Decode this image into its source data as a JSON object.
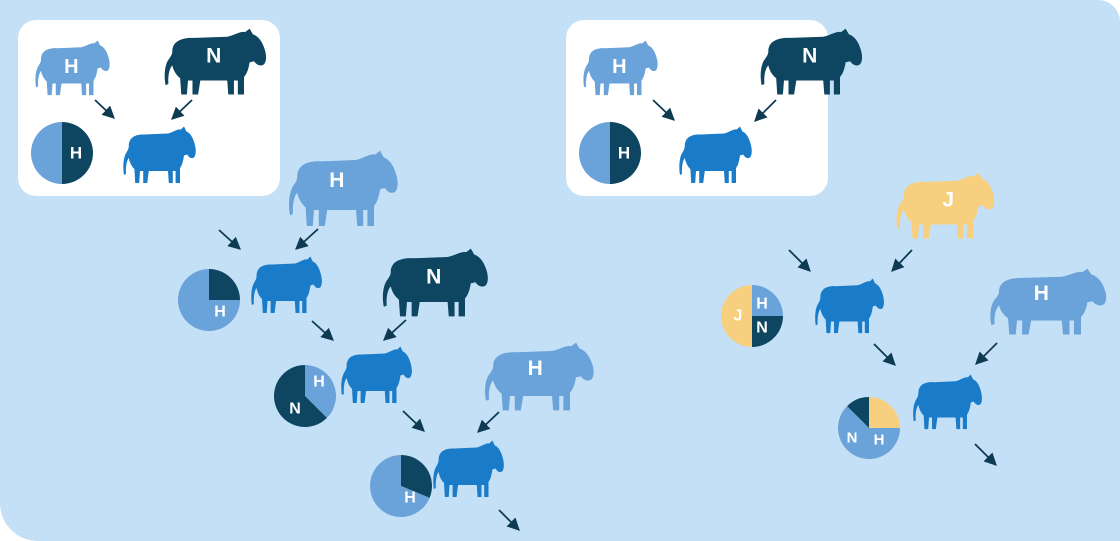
{
  "colors": {
    "background": "#c4e0f6",
    "card": "#ffffff",
    "light_blue": "#6aa2da",
    "dark_navy": "#0e4561",
    "medium_blue": "#1a7bc8",
    "cream_yellow": "#f8cf7f",
    "arrow": "#0e3a52"
  },
  "left_scheme": {
    "card": {
      "parent_1": {
        "label": "H",
        "color": "light_blue"
      },
      "parent_2": {
        "label": "N",
        "color": "dark_navy"
      },
      "offspring_color": "medium_blue",
      "pie": [
        {
          "label": "N",
          "share": 0.5
        },
        {
          "label": "H",
          "share": 0.5
        }
      ]
    },
    "generations": [
      {
        "sire": {
          "label": "H"
        },
        "pie": [
          {
            "label": "N",
            "share": 0.25
          },
          {
            "label": "H",
            "share": 0.75
          }
        ]
      },
      {
        "sire": {
          "label": "N"
        },
        "pie": [
          {
            "label": "H",
            "share": 0.375
          },
          {
            "label": "N",
            "share": 0.625
          }
        ]
      },
      {
        "sire": {
          "label": "H"
        },
        "pie": [
          {
            "label": "N",
            "share": 0.3125
          },
          {
            "label": "H",
            "share": 0.6875
          }
        ]
      }
    ]
  },
  "right_scheme": {
    "card": {
      "parent_1": {
        "label": "H",
        "color": "light_blue"
      },
      "parent_2": {
        "label": "N",
        "color": "dark_navy"
      },
      "offspring_color": "medium_blue",
      "pie": [
        {
          "label": "N",
          "share": 0.5
        },
        {
          "label": "H",
          "share": 0.5
        }
      ]
    },
    "generations": [
      {
        "sire": {
          "label": "J"
        },
        "pie": [
          {
            "label": "H",
            "share": 0.25
          },
          {
            "label": "N",
            "share": 0.25
          },
          {
            "label": "J",
            "share": 0.5
          }
        ]
      },
      {
        "sire": {
          "label": "H"
        },
        "pie": [
          {
            "label": "J",
            "share": 0.25
          },
          {
            "label": "H",
            "share": 0.625
          },
          {
            "label": "N",
            "share": 0.125
          }
        ]
      }
    ]
  }
}
